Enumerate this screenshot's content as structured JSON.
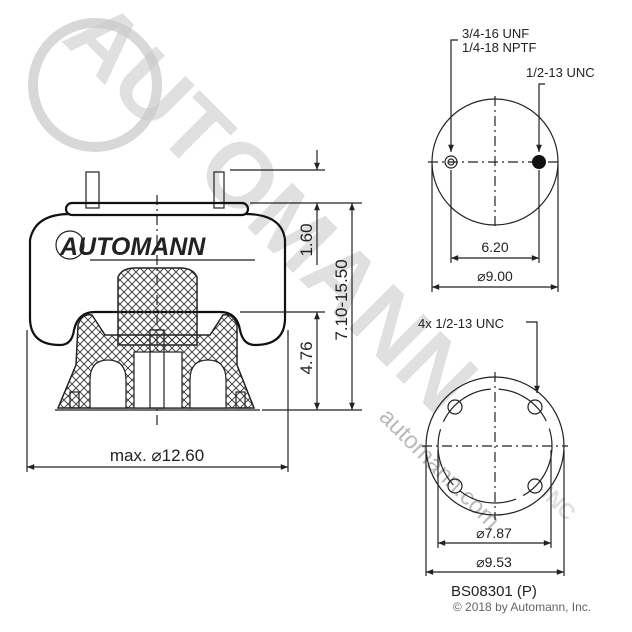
{
  "watermark": {
    "brand": "AUTOMANN",
    "inc": "INC",
    "url": "automann.com"
  },
  "side_view": {
    "logo_text": "AUTOMANN",
    "dim_stud": "1.60",
    "dim_piston": "4.76",
    "dim_height": "7.10-15.50",
    "dim_diameter": "max. ⌀12.60"
  },
  "top_view": {
    "port_label_1": "3/4-16 UNF",
    "port_label_2": "1/4-18 NPTF",
    "stud_label": "1/2-13 UNC",
    "dim_spacing": "6.20",
    "dim_diameter": "⌀9.00"
  },
  "bottom_view": {
    "bolt_label": "4x 1/2-13 UNC",
    "dim_bolt_circle": "⌀7.87",
    "dim_diameter": "⌀9.53"
  },
  "part_number": "BS08301 (P)",
  "copyright": "© 2018 by Automann, Inc."
}
